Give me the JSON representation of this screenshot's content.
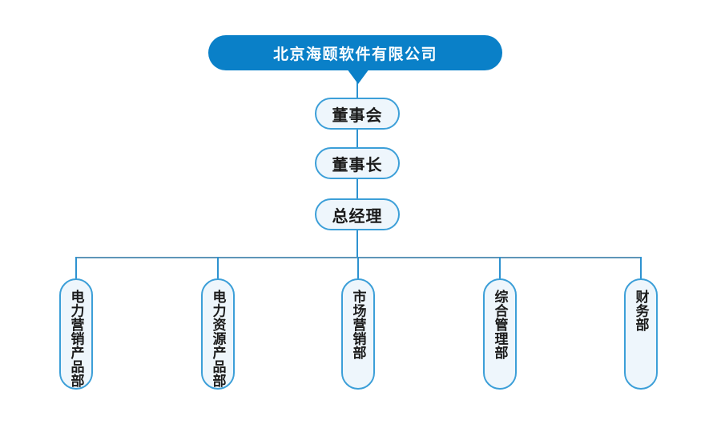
{
  "org": {
    "root": {
      "label": "北京海颐软件有限公司"
    },
    "chain": [
      {
        "label": "董事会"
      },
      {
        "label": "董事长"
      },
      {
        "label": "总经理"
      }
    ],
    "departments": [
      {
        "label": "电力营销产品部"
      },
      {
        "label": "电力资源产品部"
      },
      {
        "label": "市场营销部"
      },
      {
        "label": "综合管理部"
      },
      {
        "label": "财务部"
      }
    ]
  },
  "colors": {
    "primary": "#0a80c8",
    "node_border": "#3c9fd8",
    "node_fill": "#eef6fc",
    "connector": "#2e92d0",
    "connector_horizontal": "#5e95b8",
    "text": "#1a1a1a",
    "root_text": "#ffffff",
    "background": "#ffffff"
  }
}
